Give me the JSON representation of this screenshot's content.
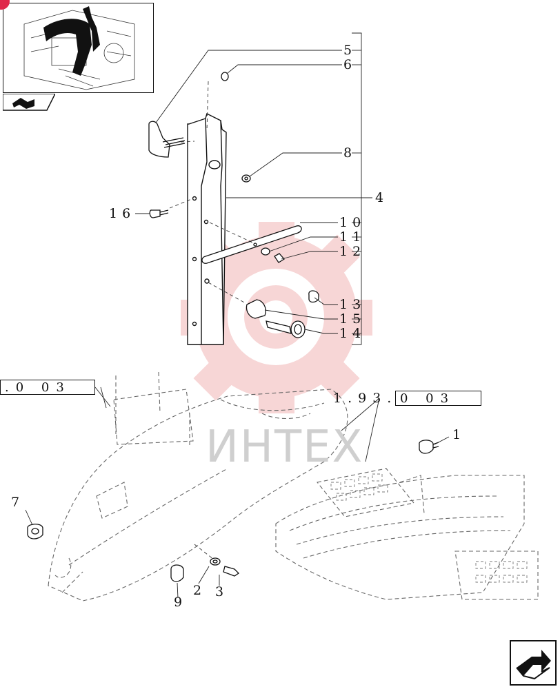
{
  "diagram": {
    "callouts": [
      {
        "key": "c1",
        "text": "1"
      },
      {
        "key": "c2",
        "text": "2"
      },
      {
        "key": "c3",
        "text": "3"
      },
      {
        "key": "c4",
        "text": "4"
      },
      {
        "key": "c5",
        "text": "5"
      },
      {
        "key": "c6",
        "text": "6"
      },
      {
        "key": "c7",
        "text": "7"
      },
      {
        "key": "c8",
        "text": "8"
      },
      {
        "key": "c9",
        "text": "9"
      },
      {
        "key": "c10",
        "text": "10"
      },
      {
        "key": "c11",
        "text": "11"
      },
      {
        "key": "c12",
        "text": "12"
      },
      {
        "key": "c13",
        "text": "13"
      },
      {
        "key": "c14",
        "text": "14"
      },
      {
        "key": "c15",
        "text": "15"
      },
      {
        "key": "c16",
        "text": "16"
      }
    ],
    "references": {
      "left_ref": ".0 03",
      "right_prefix": "1.93.",
      "right_box": "0 03"
    },
    "watermark": "ИНТЕХ"
  },
  "colors": {
    "line": "#111111",
    "watermark_red": "#f4c6c6",
    "watermark_text": "#cfcfcf",
    "badge": "#e0284a"
  },
  "icons": {
    "thumbnail": "assembly-location-thumbnail-icon",
    "thumbnail_tab": "view-arrow-icon",
    "nav_button": "next-page-arrow-icon"
  }
}
